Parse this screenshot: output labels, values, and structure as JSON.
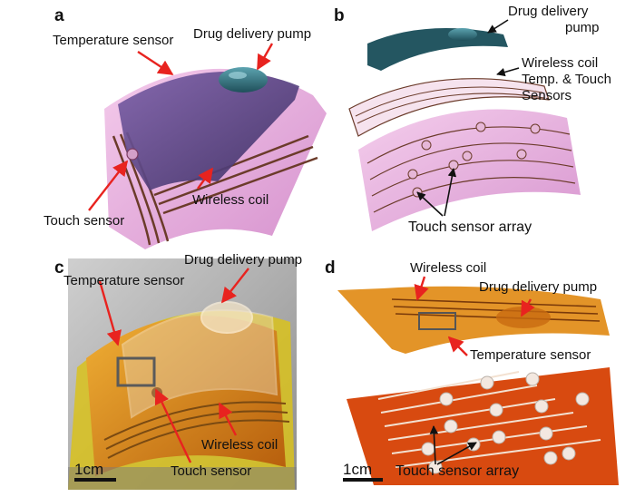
{
  "panel_a": {
    "letter": "a",
    "labels": {
      "temperature_sensor": "Temperature sensor",
      "drug_delivery_pump": "Drug delivery pump",
      "wireless_coil": "Wireless coil",
      "touch_sensor": "Touch sensor"
    }
  },
  "panel_b": {
    "letter": "b",
    "labels": {
      "drug_delivery_line1": "Drug delivery",
      "drug_delivery_line2": "pump",
      "coil_line1": "Wireless coil",
      "coil_line2": "Temp. & Touch",
      "coil_line3": "Sensors",
      "touch_array": "Touch sensor array"
    }
  },
  "panel_c": {
    "letter": "c",
    "labels": {
      "drug_delivery_pump": "Drug delivery pump",
      "temperature_sensor": "Temperature sensor",
      "wireless_coil": "Wireless coil",
      "touch_sensor": "Touch sensor"
    },
    "scale": "1cm"
  },
  "panel_d": {
    "letter": "d",
    "labels": {
      "wireless_coil": "Wireless coil",
      "drug_delivery_pump": "Drug delivery pump",
      "temperature_sensor": "Temperature sensor",
      "touch_array": "Touch sensor array"
    },
    "scale": "1cm"
  },
  "colors": {
    "arrow_red": "#e8231f",
    "pink_film": "#e9a8d6",
    "pump_teal": "#2e6f7c",
    "kapton_orange": "#e08a1c",
    "polyimide_red": "#d84a10"
  }
}
